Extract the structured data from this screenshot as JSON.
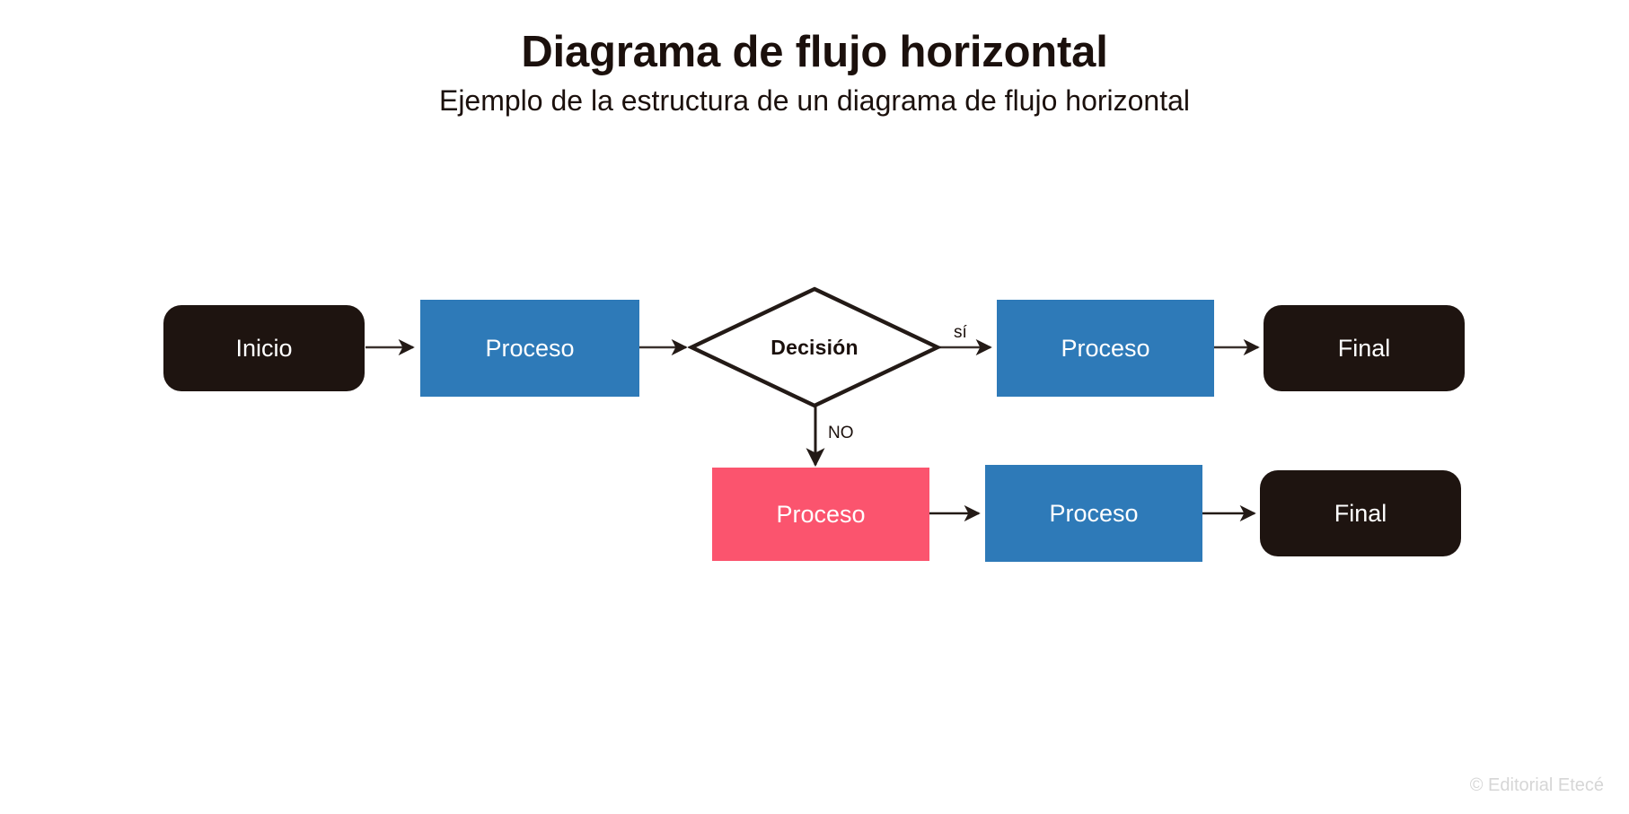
{
  "header": {
    "title": "Diagrama de flujo horizontal",
    "subtitle": "Ejemplo de la estructura de un diagrama de flujo horizontal"
  },
  "colors": {
    "background": "#ffffff",
    "terminal": "#1e1410",
    "process": "#2e7ab8",
    "process_alt": "#fb546e",
    "stroke": "#1b100c",
    "text_light": "#ffffff",
    "credit": "#d6d6d6"
  },
  "diagram": {
    "type": "flowchart",
    "orientation": "horizontal",
    "nodes": [
      {
        "id": "n1",
        "label": "Inicio",
        "shape": "terminal",
        "row": 1
      },
      {
        "id": "n2",
        "label": "Proceso",
        "shape": "process",
        "row": 1
      },
      {
        "id": "n3",
        "label": "Decisión",
        "shape": "decision",
        "row": 1
      },
      {
        "id": "n4",
        "label": "Proceso",
        "shape": "process",
        "row": 1
      },
      {
        "id": "n5",
        "label": "Final",
        "shape": "terminal",
        "row": 1
      },
      {
        "id": "n6",
        "label": "Proceso",
        "shape": "process-alt",
        "row": 2
      },
      {
        "id": "n7",
        "label": "Proceso",
        "shape": "process",
        "row": 2
      },
      {
        "id": "n8",
        "label": "Final",
        "shape": "terminal",
        "row": 2
      }
    ],
    "edges": [
      {
        "from": "n1",
        "to": "n2",
        "label": "",
        "direction": "right"
      },
      {
        "from": "n2",
        "to": "n3",
        "label": "",
        "direction": "right"
      },
      {
        "from": "n3",
        "to": "n4",
        "label": "sí",
        "direction": "right"
      },
      {
        "from": "n4",
        "to": "n5",
        "label": "",
        "direction": "right"
      },
      {
        "from": "n3",
        "to": "n6",
        "label": "NO",
        "direction": "down"
      },
      {
        "from": "n6",
        "to": "n7",
        "label": "",
        "direction": "right"
      },
      {
        "from": "n7",
        "to": "n8",
        "label": "",
        "direction": "right"
      }
    ],
    "edge_labels": {
      "yes": "sí",
      "no": "NO"
    }
  },
  "footer": {
    "credit": "© Editorial Etecé"
  }
}
